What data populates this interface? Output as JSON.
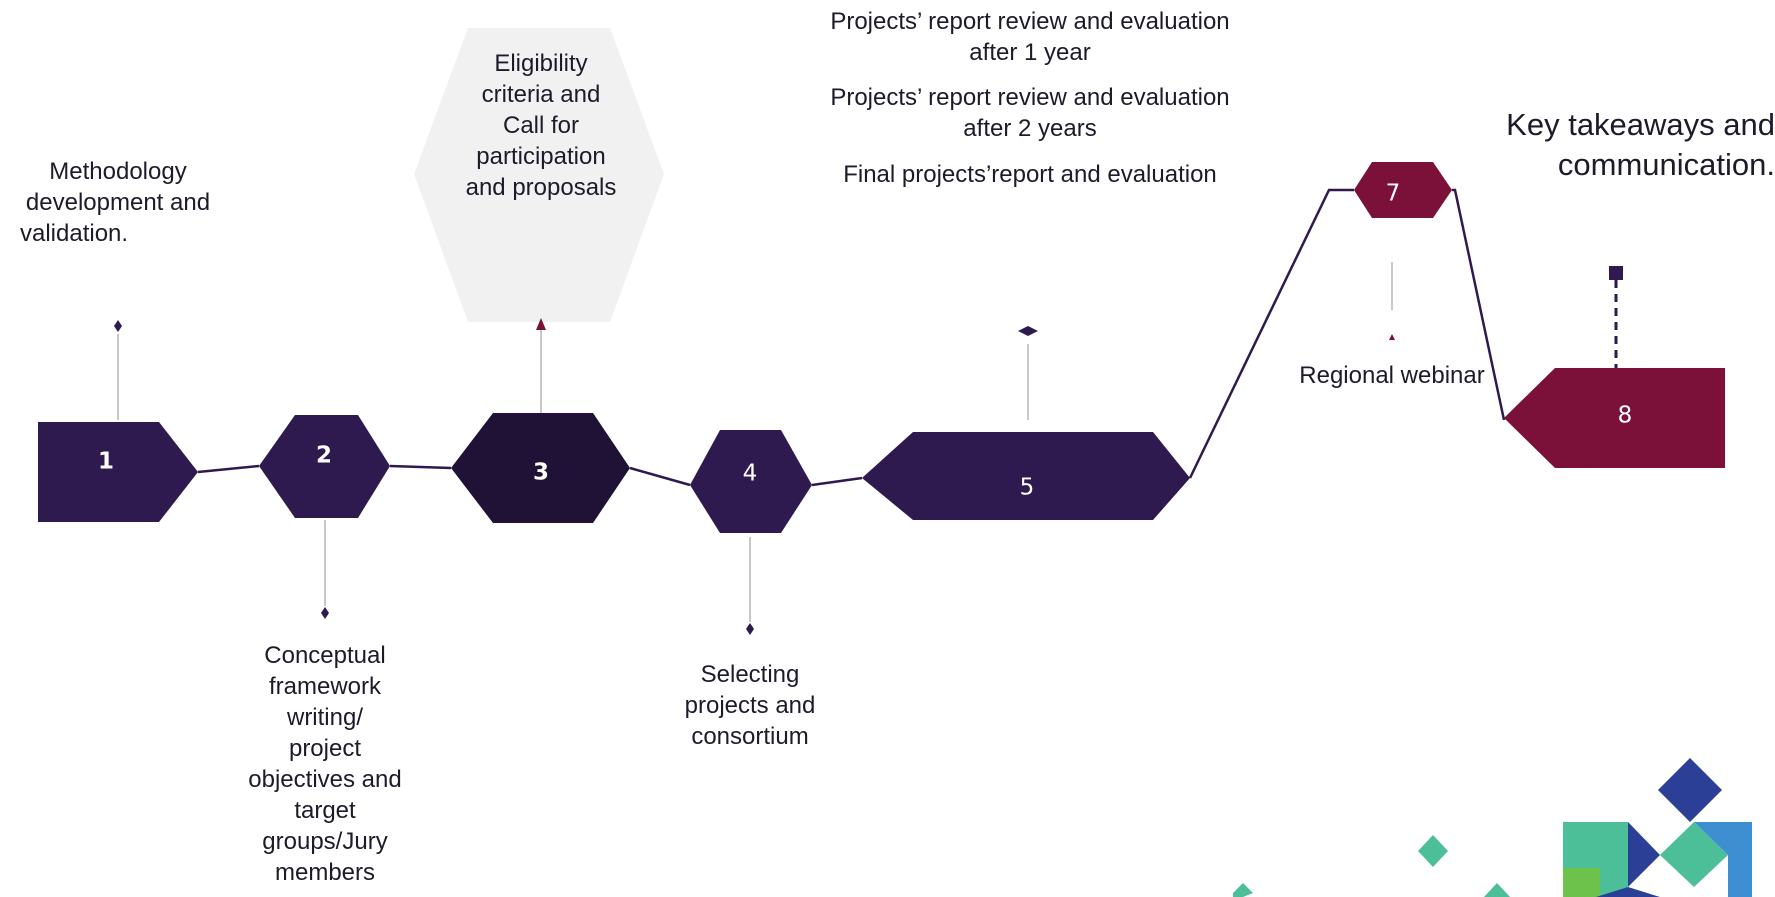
{
  "steps": [
    {
      "number": "1",
      "label": [
        "Methodology",
        "development and",
        "validation."
      ]
    },
    {
      "number": "2",
      "label": [
        "Conceptual",
        "framework",
        "writing/",
        "project",
        "objectives and",
        "target",
        "groups/Jury",
        "members"
      ]
    },
    {
      "number": "3",
      "label": [
        "Eligibility",
        "criteria and",
        "Call for",
        "participation",
        "and proposals"
      ]
    },
    {
      "number": "4",
      "label": [
        "Selecting",
        "projects and",
        "consortium"
      ]
    },
    {
      "number": "5",
      "label": [
        [
          "Projects’ report review and evaluation",
          "after 1 year"
        ],
        [
          "Projects’ report review and evaluation",
          "after 2 years"
        ],
        [
          "Final projects’report and evaluation"
        ]
      ]
    },
    {
      "number": "7",
      "label": [
        "Regional webinar"
      ]
    },
    {
      "number": "8",
      "label": [
        "Key takeaways and",
        "communication."
      ]
    }
  ],
  "colors": {
    "dark_purple": "#2e1a4e",
    "darkest_purple": "#1f1236",
    "crimson": "#7b1038",
    "light_grey_hex": "#f1f1f1",
    "connector": "#2e1a4e",
    "logo_green": "#4cbf98",
    "logo_blue": "#2b3f97",
    "logo_light_blue": "#3e8fd1",
    "logo_lime": "#6cc24a"
  }
}
